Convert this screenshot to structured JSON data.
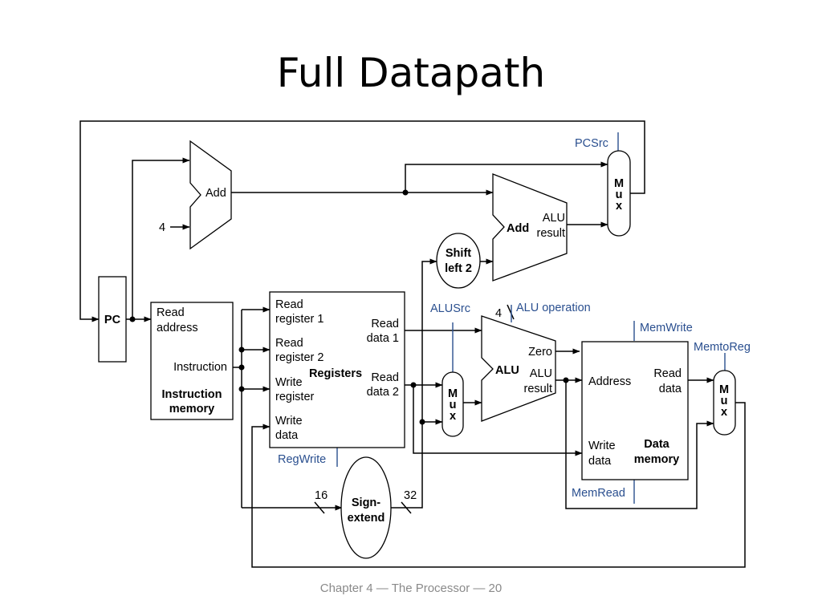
{
  "title": "Full Datapath",
  "footer": "Chapter 4 — The Processor — 20",
  "blocks": {
    "pc": "PC",
    "pc_adder": "Add",
    "const_four": "4",
    "inst_mem": {
      "read_address_1": "Read",
      "read_address_2": "address",
      "instruction": "Instruction",
      "name_1": "Instruction",
      "name_2": "memory"
    },
    "registers": {
      "rr1_1": "Read",
      "rr1_2": "register 1",
      "rr2_1": "Read",
      "rr2_2": "register 2",
      "wr_1": "Write",
      "wr_2": "register",
      "wd_1": "Write",
      "wd_2": "data",
      "rd1_1": "Read",
      "rd1_2": "data 1",
      "rd2_1": "Read",
      "rd2_2": "data 2",
      "name": "Registers"
    },
    "sign_extend": {
      "line1": "Sign-",
      "line2": "extend",
      "in_width": "16",
      "out_width": "32"
    },
    "shift_left": {
      "line1": "Shift",
      "line2": "left 2"
    },
    "branch_adder": {
      "name": "Add",
      "result_1": "ALU",
      "result_2": "result"
    },
    "alu": {
      "name": "ALU",
      "zero": "Zero",
      "result_1": "ALU",
      "result_2": "result",
      "op_width": "4"
    },
    "data_mem": {
      "address": "Address",
      "read_1": "Read",
      "read_2": "data",
      "write_1": "Write",
      "write_2": "data",
      "name_1": "Data",
      "name_2": "memory"
    },
    "mux_letters": [
      "M",
      "u",
      "x"
    ]
  },
  "control": {
    "pcsrc": "PCSrc",
    "alusrc": "ALUSrc",
    "alu_operation": "ALU operation",
    "memwrite": "MemWrite",
    "memtoreg": "MemtoReg",
    "regwrite": "RegWrite",
    "memread": "MemRead"
  },
  "colors": {
    "control": "#2a4f8f",
    "footer": "#8a8a8a"
  }
}
